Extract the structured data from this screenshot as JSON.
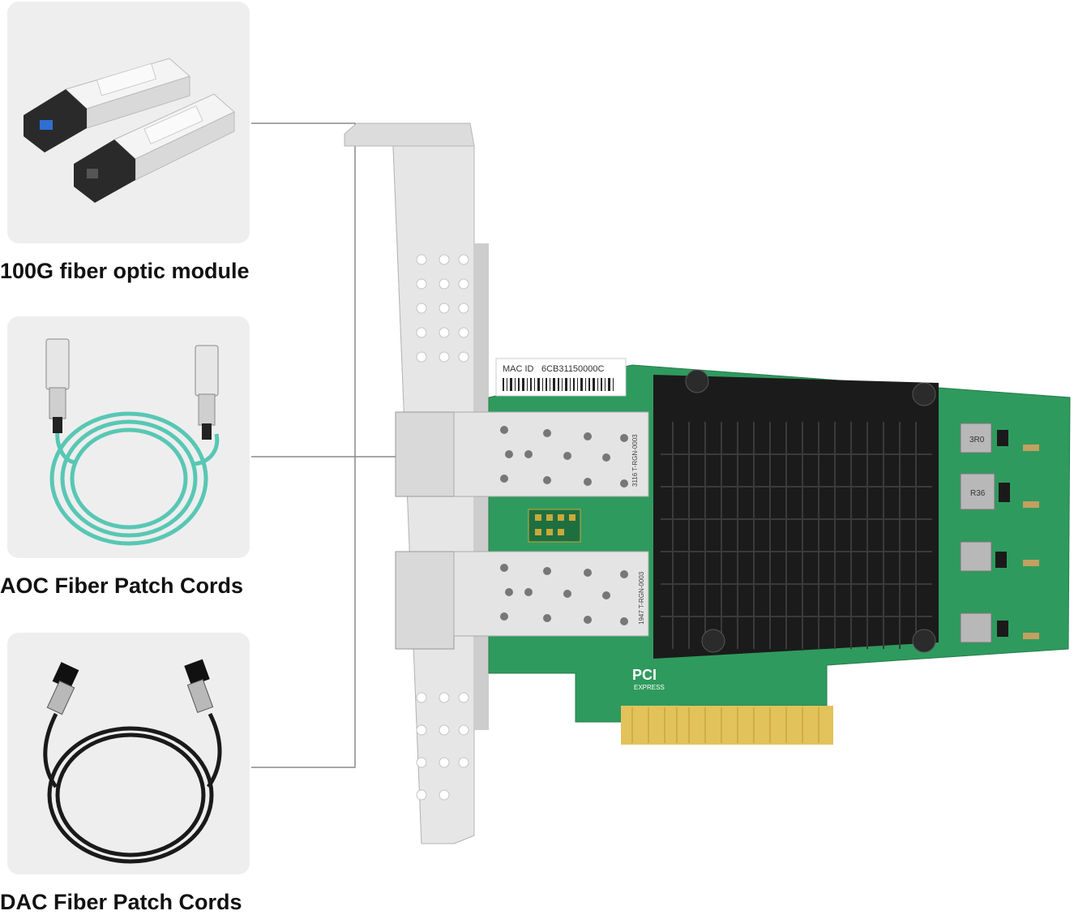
{
  "products": [
    {
      "caption": "100G fiber optic module",
      "icon": "sfp-transceiver-pair"
    },
    {
      "caption": "AOC Fiber Patch Cords",
      "icon": "aoc-cable-coil"
    },
    {
      "caption": "DAC Fiber Patch Cords",
      "icon": "dac-cable-coil"
    }
  ],
  "card": {
    "mac_label": "MAC ID",
    "mac_value": "6CB31150000C",
    "module_marking_1": "3116 T-RGN-0003",
    "module_marking_2": "1947 T-RGN-0003",
    "inductor_1": "3R0",
    "inductor_2": "R36",
    "logo_text": "PCI",
    "logo_subtext": "EXPRESS"
  },
  "colors": {
    "tile_bg": "#eeeeee",
    "pcb_green": "#2f9a5e",
    "heatsink": "#1b1b1b",
    "gold_fingers": "#e2c25a",
    "bracket": "#dcdcdc",
    "aoc_cable": "#58c7b4",
    "dac_cable": "#1a1a1a",
    "connector_lines": "#8a8a8a"
  }
}
